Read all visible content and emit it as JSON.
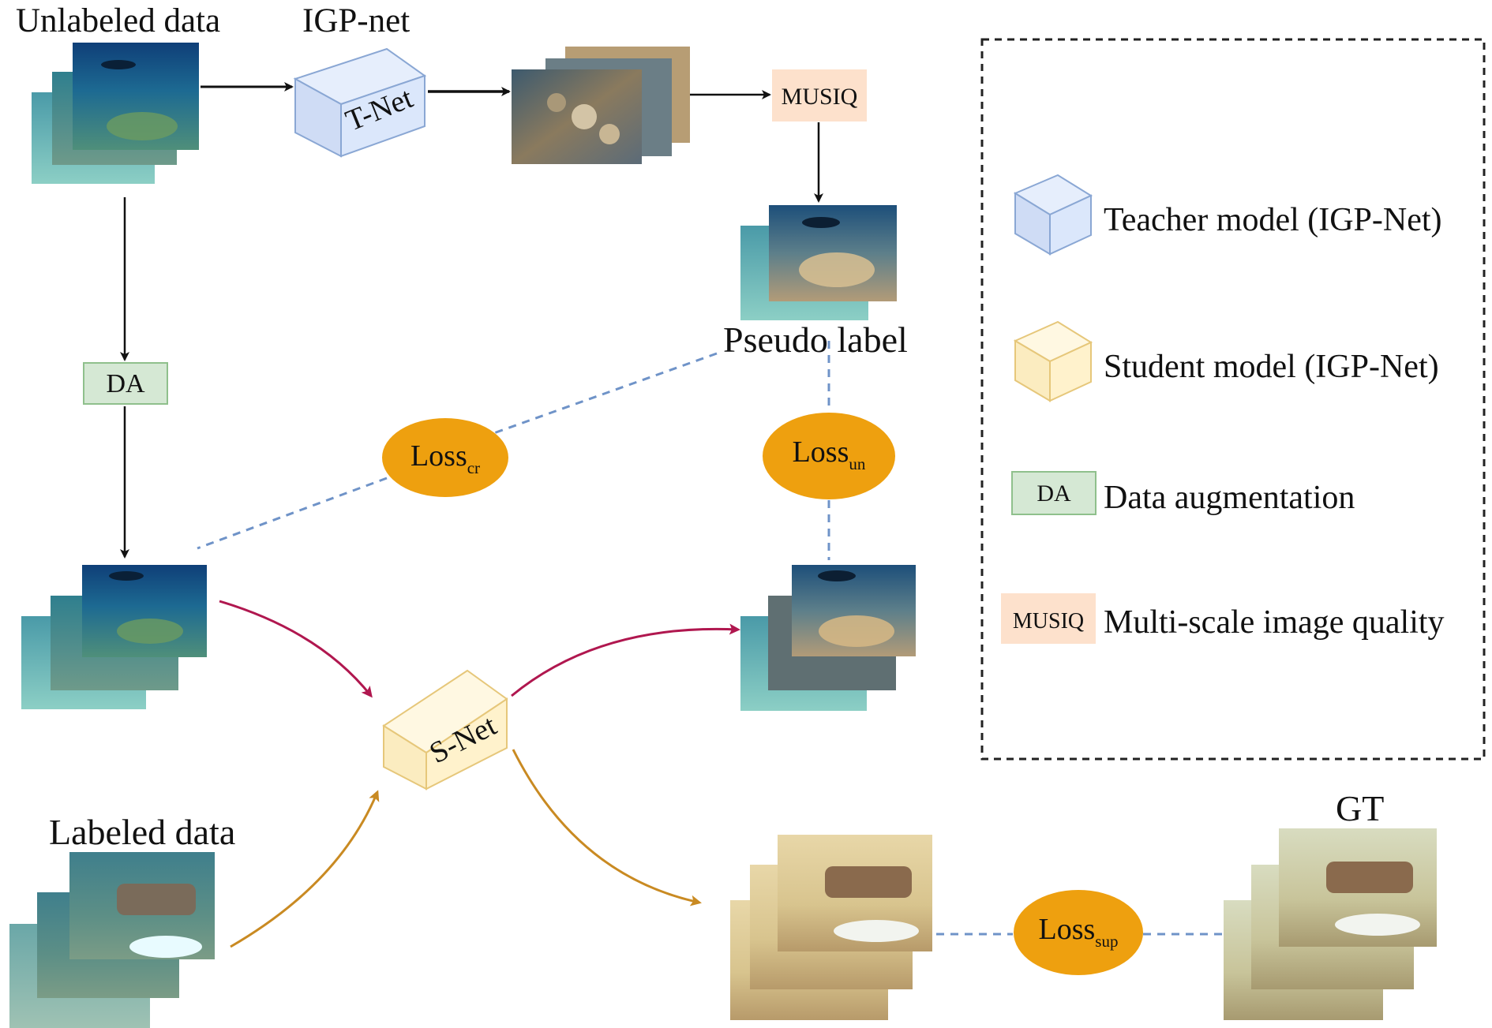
{
  "labels": {
    "unlabeled_data": "Unlabeled data",
    "igp_net": "IGP-net",
    "t_net": "T-Net",
    "musiq": "MUSIQ",
    "pseudo_label": "Pseudo label",
    "da": "DA",
    "s_net": "S-Net",
    "labeled_data": "Labeled data",
    "gt": "GT"
  },
  "losses": {
    "cr": {
      "base": "Loss",
      "sub": "cr"
    },
    "un": {
      "base": "Loss",
      "sub": "un"
    },
    "sup": {
      "base": "Loss",
      "sub": "sup"
    }
  },
  "legend": {
    "teacher": "Teacher model (IGP-Net)",
    "student": "Student model (IGP-Net)",
    "da_tag": "DA",
    "da_text": "Data augmentation",
    "musiq_tag": "MUSIQ",
    "musiq_text": "Multi-scale image quality"
  },
  "colors": {
    "teacher_cube": "#dbe7fb",
    "student_cube": "#fff2cc",
    "da_box": "#d5e8d4",
    "musiq_box": "#fde1cc",
    "loss_ellipse": "#eea00f",
    "arrow_red": "#b0174f",
    "arrow_orange": "#c98a22",
    "dashed_line": "#6f93c8"
  }
}
